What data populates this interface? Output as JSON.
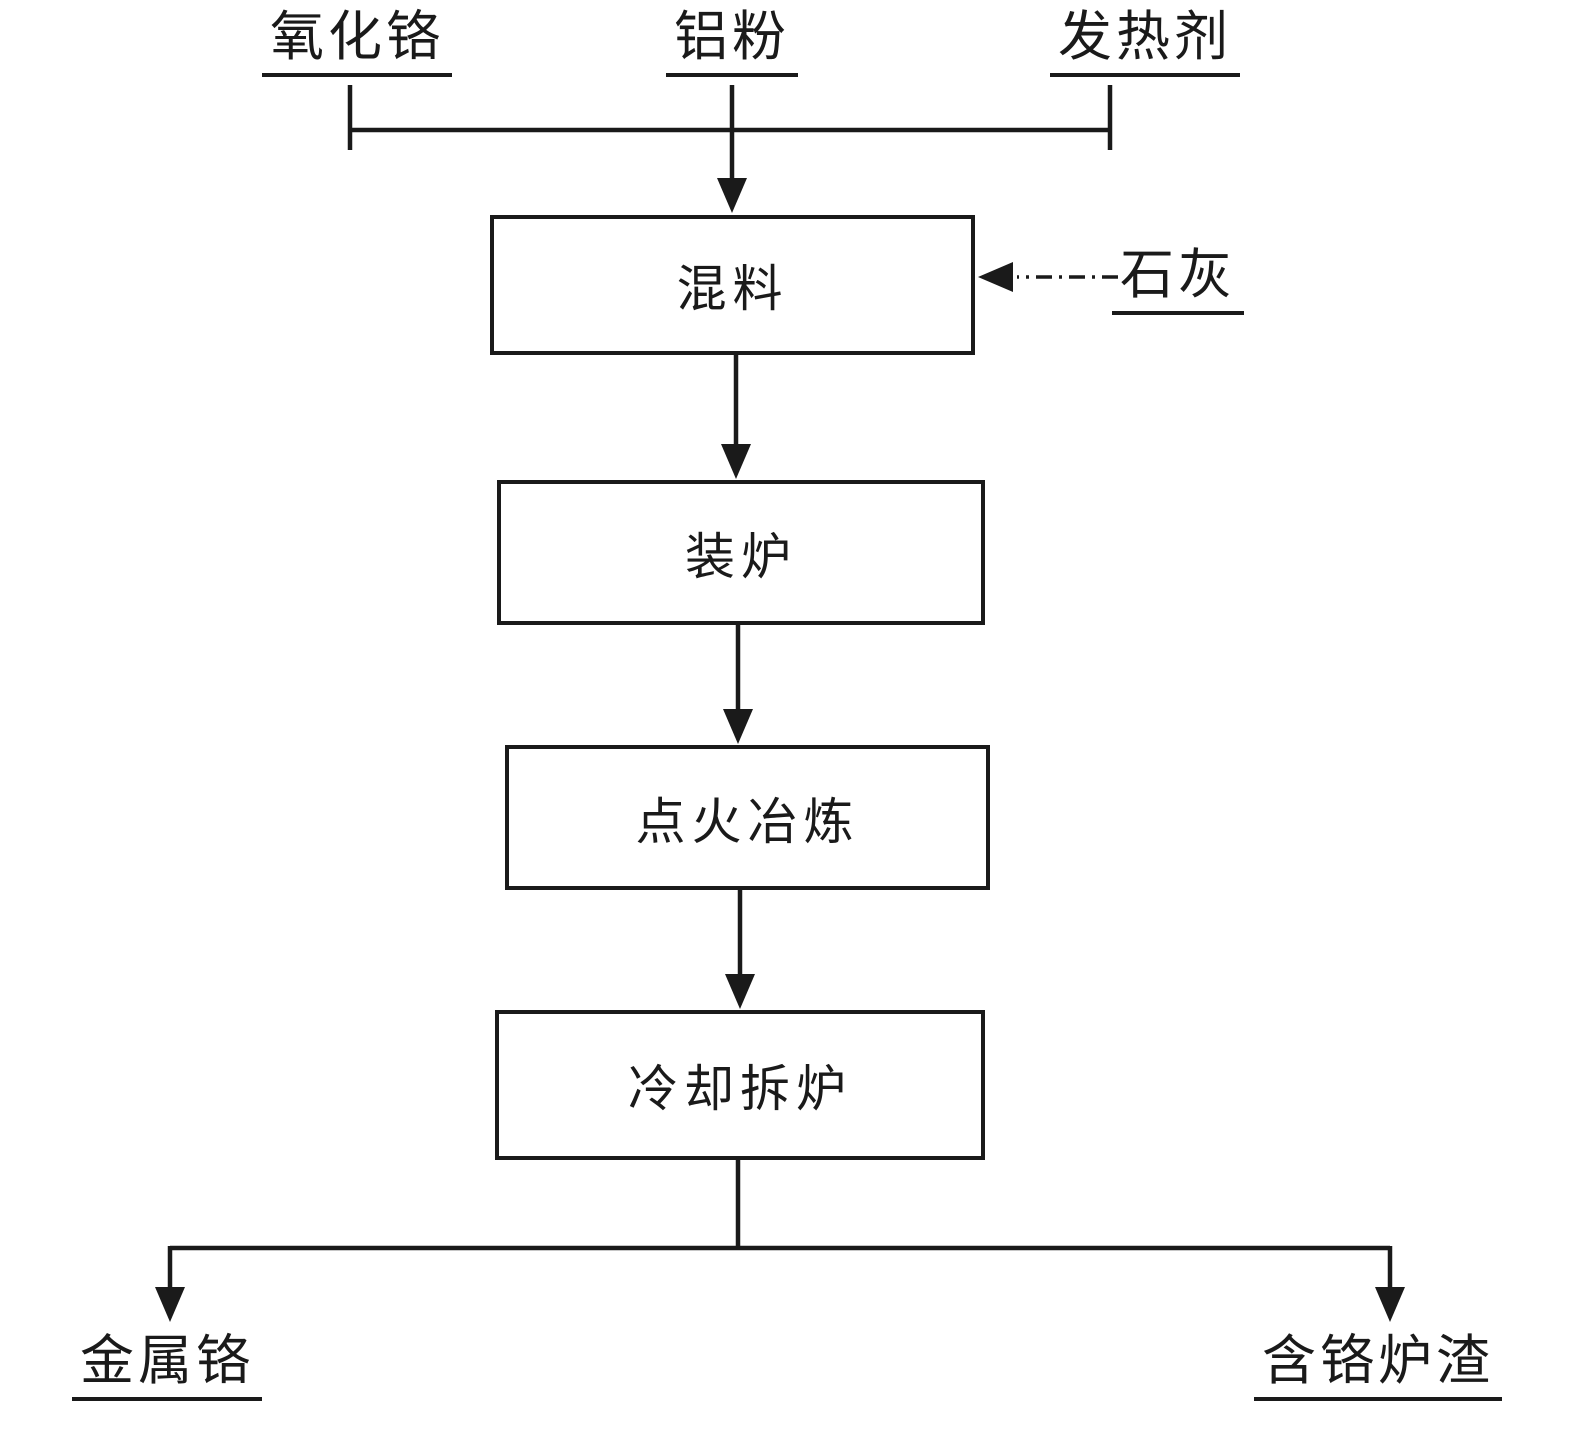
{
  "diagram": {
    "type": "process-flowchart",
    "inputs": [
      {
        "label": "氧化铬"
      },
      {
        "label": "铝粉"
      },
      {
        "label": "发热剂"
      }
    ],
    "side_input": {
      "label": "石灰"
    },
    "steps": [
      {
        "label": "混料"
      },
      {
        "label": "装炉"
      },
      {
        "label": "点火冶炼"
      },
      {
        "label": "冷却拆炉"
      }
    ],
    "outputs": [
      {
        "label": "金属铬"
      },
      {
        "label": "含铬炉渣"
      }
    ],
    "colors": {
      "line": "#1a1a1a",
      "text": "#1a1a1a",
      "background": "#ffffff"
    }
  }
}
